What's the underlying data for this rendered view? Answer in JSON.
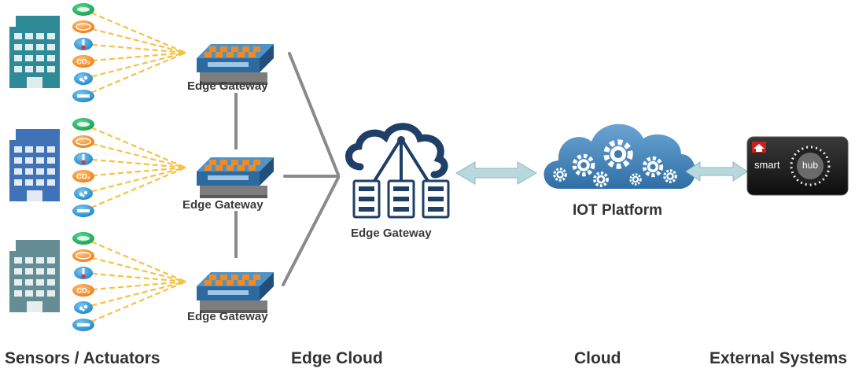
{
  "gateway_labels": [
    "Edge Gateway",
    "Edge Gateway",
    "Edge Gateway"
  ],
  "central_gateway_label": "Edge Gateway",
  "platform_label": "IOT Platform",
  "hub": {
    "brand": "smart",
    "brand2": "hub"
  },
  "columns": [
    "Sensors / Actuators",
    "Edge Cloud",
    "Cloud",
    "External Systems"
  ],
  "sensor_icons": [
    "cloud-sensor",
    "temperature-dial",
    "thermometer",
    "co2-sensor",
    "water-drops",
    "flow-meter"
  ],
  "colors": {
    "sensor_lines": "#f5c242",
    "connector": "#8a8a8a",
    "arrow": "#b9d8dc",
    "cloud": "#4a86b8",
    "navy": "#1f3f66",
    "hub": "#1a1a1a",
    "hub_accent": "#cc1f1f"
  }
}
